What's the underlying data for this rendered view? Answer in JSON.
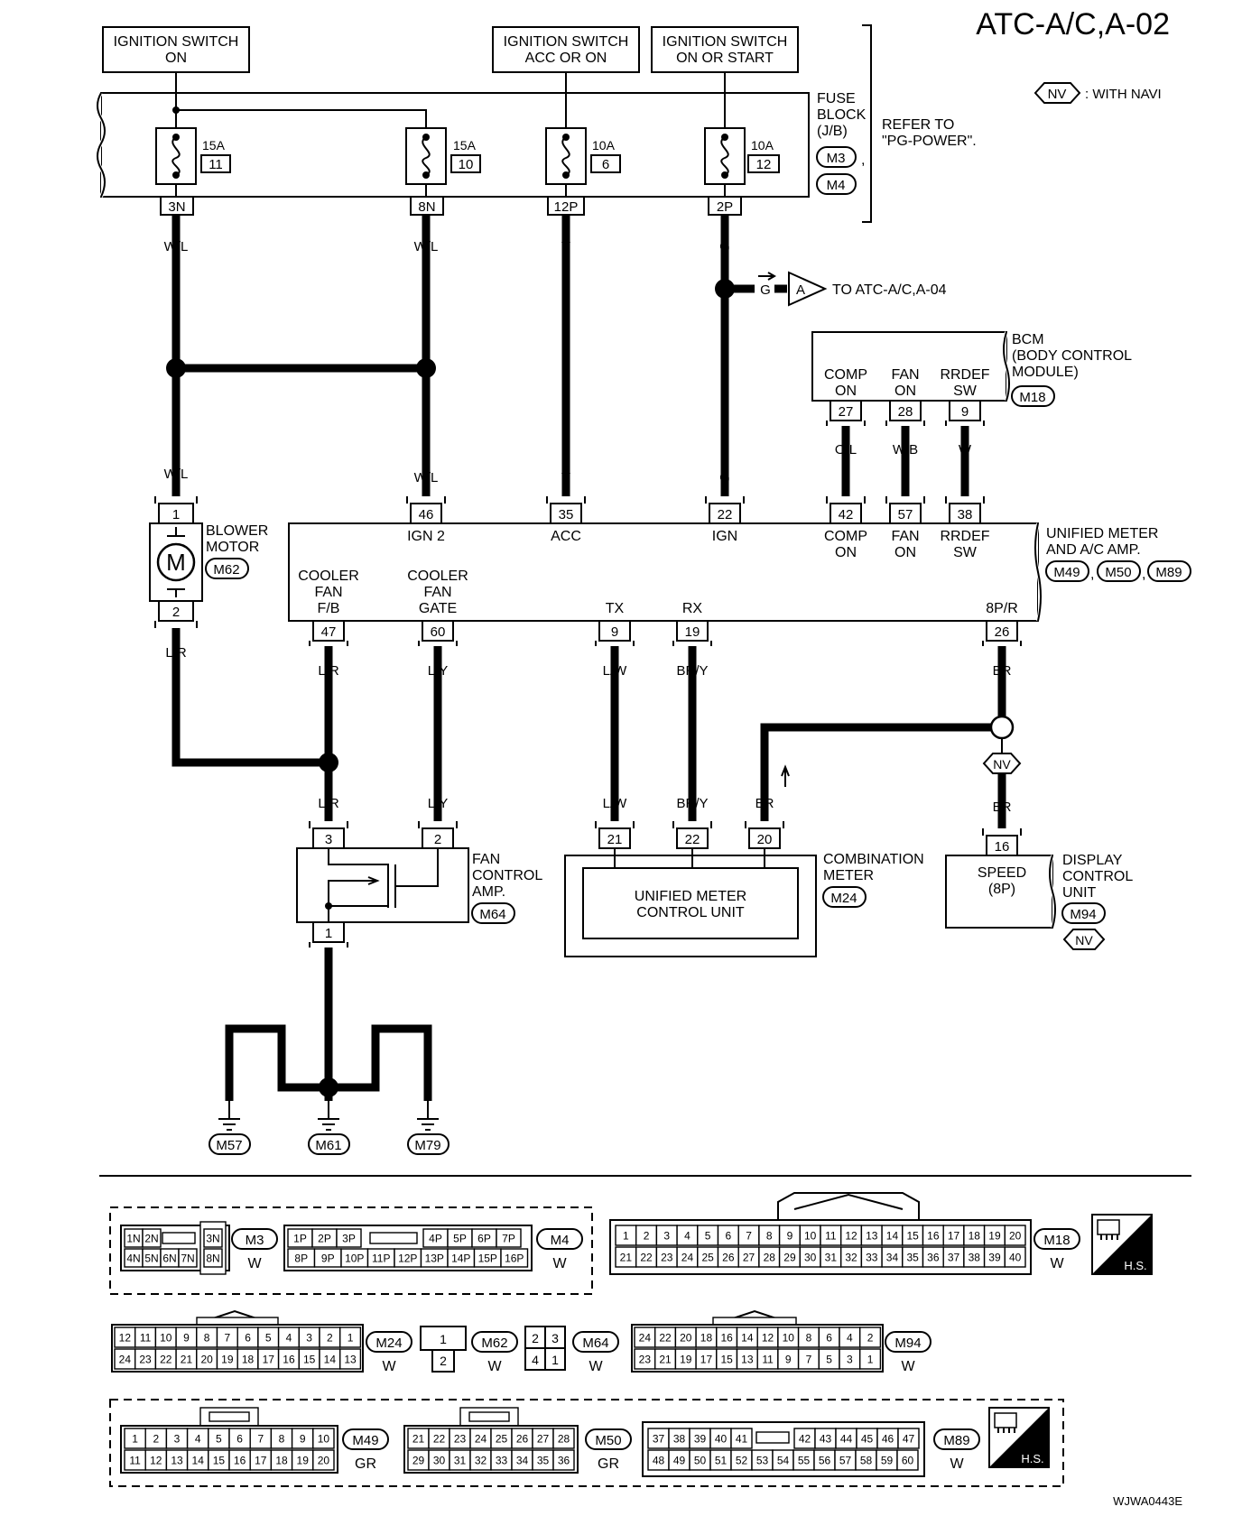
{
  "header": {
    "title": "ATC-A/C,A-02",
    "legend_badge": "NV",
    "legend_text": ": WITH NAVI"
  },
  "sources": [
    {
      "line1": "IGNITION SWITCH",
      "line2": "ON"
    },
    {
      "line1": "IGNITION SWITCH",
      "line2": "ACC OR ON"
    },
    {
      "line1": "IGNITION SWITCH",
      "line2": "ON OR START"
    }
  ],
  "fuse_block": {
    "label": [
      "FUSE",
      "BLOCK",
      "(J/B)"
    ],
    "connectors": [
      "M3",
      "M4"
    ],
    "comma": ",",
    "refer": [
      "REFER TO",
      "\"PG-POWER\"."
    ],
    "fuses": [
      {
        "amp": "15A",
        "num": "11",
        "pin": "3N"
      },
      {
        "amp": "15A",
        "num": "10",
        "pin": "8N"
      },
      {
        "amp": "10A",
        "num": "6",
        "pin": "12P"
      },
      {
        "amp": "10A",
        "num": "12",
        "pin": "2P"
      }
    ]
  },
  "wire_colors": {
    "wl": "W/L",
    "v": "V",
    "g": "G",
    "ol": "O/L",
    "wb": "W/B",
    "w": "W",
    "lr": "L/R",
    "ly": "L/Y",
    "lw": "L/W",
    "bry": "BR/Y",
    "br": "BR",
    "b": "B"
  },
  "offpage": {
    "color": "G",
    "letter": "A",
    "text": "TO ATC-A/C,A-04"
  },
  "bcm": {
    "label": [
      "BCM",
      "(BODY CONTROL",
      "MODULE)"
    ],
    "connector": "M18",
    "pins": [
      {
        "top": "COMP",
        "bot": "ON",
        "num": "27"
      },
      {
        "top": "FAN",
        "bot": "ON",
        "num": "28"
      },
      {
        "top": "RRDEF",
        "bot": "SW",
        "num": "9"
      }
    ]
  },
  "unified": {
    "label": [
      "UNIFIED METER",
      "AND A/C AMP."
    ],
    "connectors": [
      "M49",
      "M50",
      "M89"
    ],
    "commas": [
      ",",
      ","
    ],
    "top_pins": [
      {
        "num": "46",
        "l1": "IGN 2",
        "l2": ""
      },
      {
        "num": "35",
        "l1": "ACC",
        "l2": ""
      },
      {
        "num": "22",
        "l1": "IGN",
        "l2": ""
      },
      {
        "num": "42",
        "l1": "COMP",
        "l2": "ON"
      },
      {
        "num": "57",
        "l1": "FAN",
        "l2": "ON"
      },
      {
        "num": "38",
        "l1": "RRDEF",
        "l2": "SW"
      }
    ],
    "bottom_pins": [
      {
        "num": "47",
        "l1": "COOLER",
        "l2": "FAN",
        "l3": "F/B"
      },
      {
        "num": "60",
        "l1": "COOLER",
        "l2": "FAN",
        "l3": "GATE"
      },
      {
        "num": "9",
        "l1": "TX",
        "l2": "",
        "l3": ""
      },
      {
        "num": "19",
        "l1": "RX",
        "l2": "",
        "l3": ""
      },
      {
        "num": "26",
        "l1": "8P/R",
        "l2": "",
        "l3": ""
      }
    ]
  },
  "blower": {
    "label": [
      "BLOWER",
      "MOTOR"
    ],
    "connector": "M62",
    "symbol": "M",
    "pin_top": "1",
    "pin_bot": "2"
  },
  "fan_amp": {
    "label": [
      "FAN",
      "CONTROL",
      "AMP."
    ],
    "connector": "M64",
    "pins": [
      "3",
      "2",
      "1"
    ]
  },
  "combo": {
    "label": [
      "COMBINATION",
      "METER"
    ],
    "connector": "M24",
    "inner": [
      "UNIFIED METER",
      "CONTROL UNIT"
    ],
    "pins": [
      "21",
      "22",
      "20"
    ]
  },
  "display": {
    "label": [
      "DISPLAY",
      "CONTROL",
      "UNIT"
    ],
    "connector": "M94",
    "badge": "NV",
    "pin": "16",
    "inner": [
      "SPEED",
      "(8P)"
    ]
  },
  "nv_badge": "NV",
  "grounds": [
    "M57",
    "M61",
    "M79"
  ],
  "connector_views": {
    "m3": {
      "name": "M3",
      "color": "W",
      "row1": [
        "1N",
        "2N",
        "",
        "3N"
      ],
      "row2": [
        "4N",
        "5N",
        "6N",
        "7N",
        "8N"
      ]
    },
    "m4": {
      "name": "M4",
      "color": "W",
      "row1": [
        "1P",
        "2P",
        "3P",
        "",
        "4P",
        "5P",
        "6P",
        "7P"
      ],
      "row2": [
        "8P",
        "9P",
        "10P",
        "11P",
        "12P",
        "13P",
        "14P",
        "15P",
        "16P"
      ]
    },
    "m18": {
      "name": "M18",
      "color": "W"
    },
    "m24": {
      "name": "M24",
      "color": "W",
      "row1": [
        "12",
        "11",
        "10",
        "9",
        "8",
        "7",
        "6",
        "5",
        "4",
        "3",
        "2",
        "1"
      ],
      "row2": [
        "24",
        "23",
        "22",
        "21",
        "20",
        "19",
        "18",
        "17",
        "16",
        "15",
        "14",
        "13"
      ]
    },
    "m62": {
      "name": "M62",
      "color": "W",
      "pins": [
        "1",
        "2"
      ]
    },
    "m64": {
      "name": "M64",
      "color": "W",
      "pins": [
        "2",
        "3",
        "4",
        "1"
      ]
    },
    "m94": {
      "name": "M94",
      "color": "W",
      "row1": [
        "24",
        "22",
        "20",
        "18",
        "16",
        "14",
        "12",
        "10",
        "8",
        "6",
        "4",
        "2"
      ],
      "row2": [
        "23",
        "21",
        "19",
        "17",
        "15",
        "13",
        "11",
        "9",
        "7",
        "5",
        "3",
        "1"
      ]
    },
    "m49": {
      "name": "M49",
      "color": "GR"
    },
    "m50": {
      "name": "M50",
      "color": "GR",
      "row1": [
        "21",
        "22",
        "23",
        "24",
        "25",
        "26",
        "27",
        "28"
      ],
      "row2": [
        "29",
        "30",
        "31",
        "32",
        "33",
        "34",
        "35",
        "36"
      ]
    },
    "m89": {
      "name": "M89",
      "color": "W",
      "row1": [
        "37",
        "38",
        "39",
        "40",
        "41",
        "",
        "42",
        "43",
        "44",
        "45",
        "46",
        "47"
      ],
      "row2": [
        "48",
        "49",
        "50",
        "51",
        "52",
        "53",
        "54",
        "55",
        "56",
        "57",
        "58",
        "59",
        "60"
      ]
    },
    "hs": "H.S."
  },
  "footer_code": "WJWA0443E"
}
